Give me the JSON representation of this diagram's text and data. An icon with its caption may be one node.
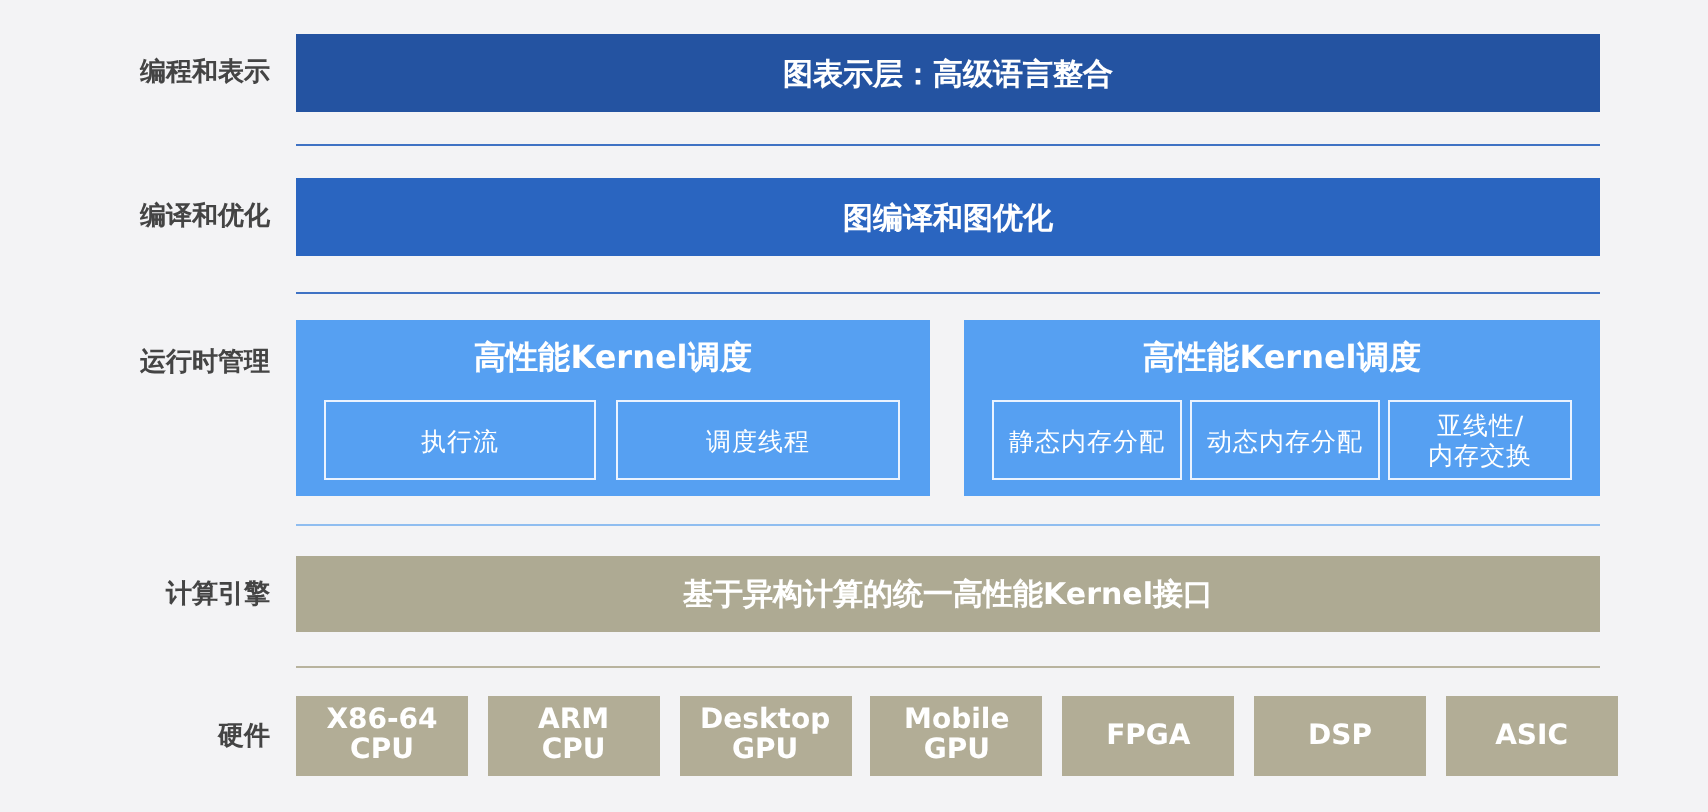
{
  "diagram": {
    "nodes": [
      {
        "text": [
          "图表示层：高级语言整合"
        ]
      },
      {
        "text": [
          "图编译和图优化"
        ]
      },
      {
        "text": [
          "高性能Kernel调度"
        ]
      },
      {
        "text": [
          "执行流"
        ],
        "in": 2
      },
      {
        "text": [
          "调度线程"
        ],
        "in": 2
      },
      {
        "text": [
          "高性能Kernel调度"
        ]
      },
      {
        "text": [
          "静态内存分配"
        ],
        "in": 5
      },
      {
        "text": [
          "动态内存分配"
        ],
        "in": 5
      },
      {
        "text": [
          "亚线性/ 内存交换"
        ],
        "in": 5
      },
      {
        "text": [
          "基于异构计算的统一高性能Kernel接口"
        ]
      },
      {
        "text": [
          "X86-64 CPU"
        ]
      },
      {
        "text": [
          "ARM CPU"
        ]
      },
      {
        "text": [
          "Desktop GPU"
        ]
      },
      {
        "text": [
          "Mobile GPU"
        ]
      },
      {
        "text": [
          "FPGA"
        ]
      },
      {
        "text": [
          "DSP"
        ]
      },
      {
        "text": [
          "ASIC"
        ]
      }
    ],
    "labels": [
      "编程和表示",
      "编译和优化",
      "运行时管理",
      "计算引擎",
      "硬件"
    ]
  }
}
